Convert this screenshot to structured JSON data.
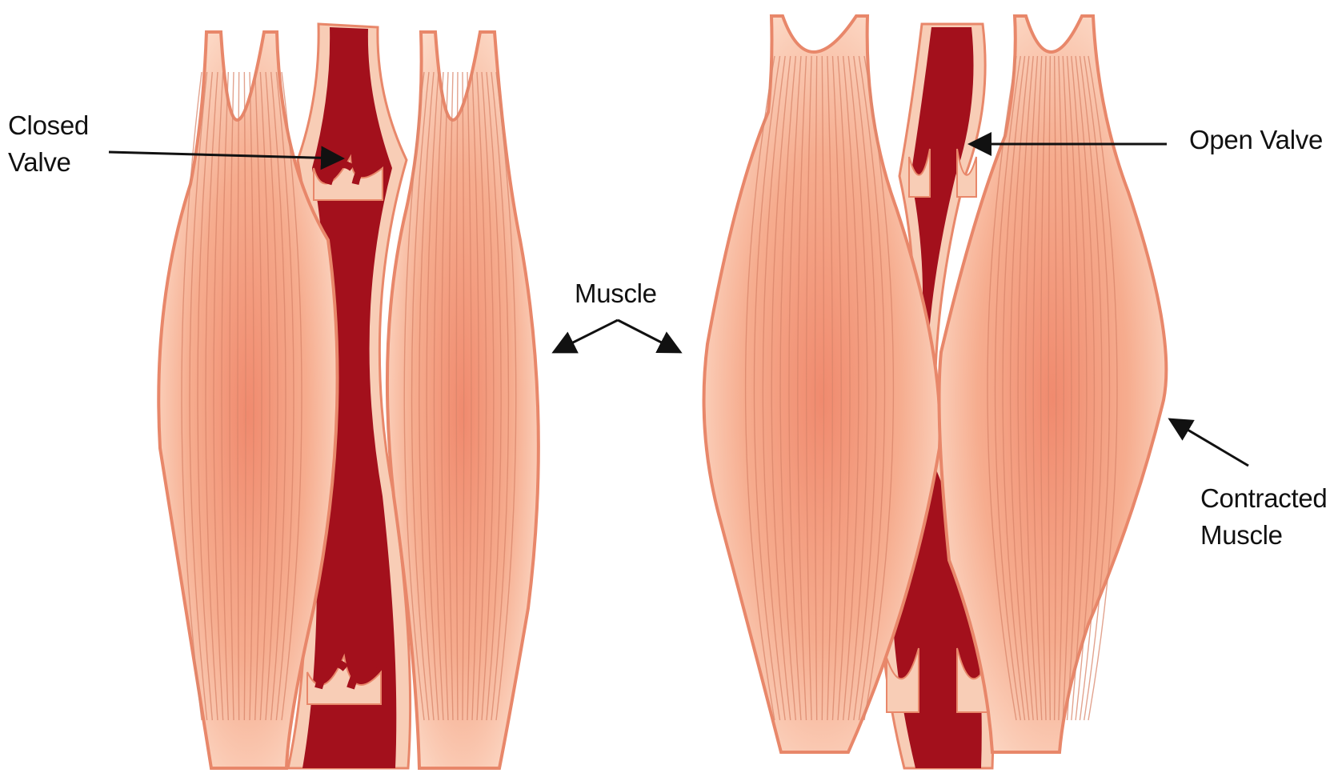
{
  "labels": {
    "closed_valve": [
      "Closed",
      "Valve"
    ],
    "open_valve": "Open Valve",
    "muscle": "Muscle",
    "contracted_muscle": [
      "Contracted",
      "Muscle"
    ]
  },
  "colors": {
    "muscle_outline": "#e8876a",
    "muscle_fill_light": "#fbd3bf",
    "muscle_fill_mid": "#f6a98a",
    "muscle_fill_dark": "#f08a6e",
    "muscle_fiber": "#d9856a",
    "vein_wall": "#f8cdb6",
    "blood": "#a3101c",
    "arrow": "#111111"
  }
}
